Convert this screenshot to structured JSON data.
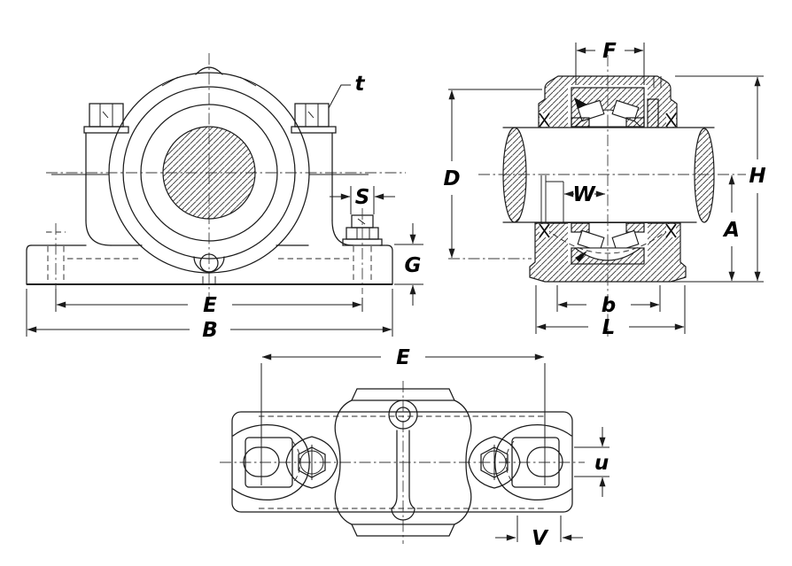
{
  "colors": {
    "background": "#ffffff",
    "line": "#1b1b1b",
    "label": "#000000"
  },
  "views": {
    "front": {
      "caption": "front-elevation",
      "labels": {
        "t": "t",
        "S": "S",
        "G": "G",
        "E": "E",
        "B": "B"
      }
    },
    "section": {
      "caption": "shaft-cross-section",
      "labels": {
        "F": "F",
        "D": "D",
        "W": "W",
        "H": "H",
        "A": "A",
        "b": "b",
        "L": "L"
      }
    },
    "plan": {
      "caption": "base-plan-view",
      "labels": {
        "E": "E",
        "u": "u",
        "V": "V"
      }
    }
  }
}
